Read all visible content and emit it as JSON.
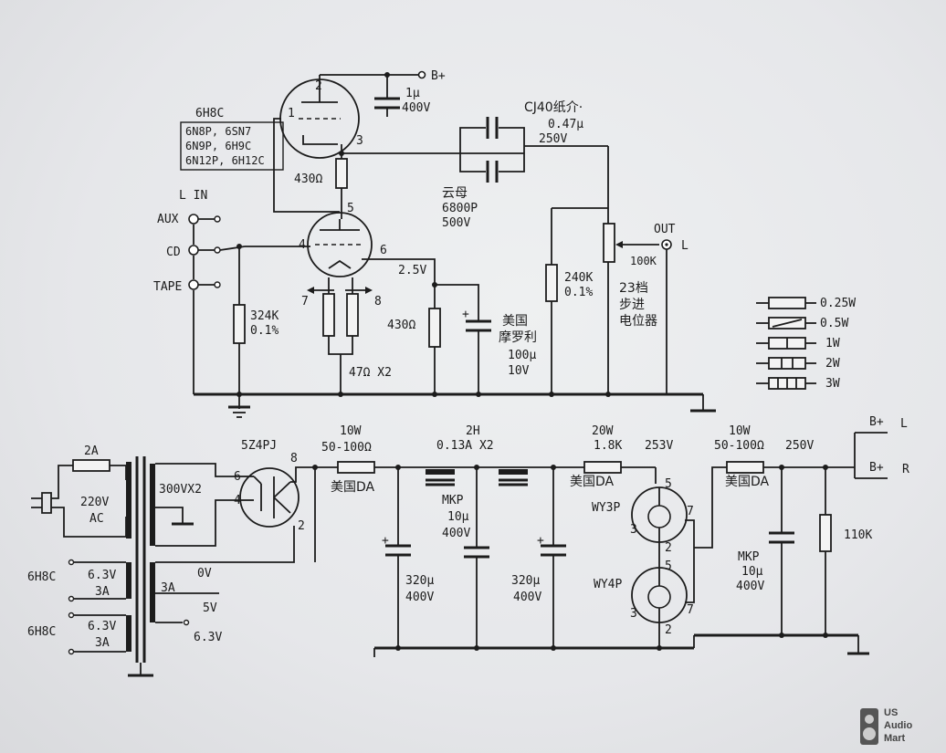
{
  "tube_box": {
    "title": "6H8C",
    "lines": [
      "6N8P, 6SN7",
      "6N9P, 6H9C",
      "6N12P, 6H12C"
    ]
  },
  "inputs": {
    "group": "L IN",
    "aux": "AUX",
    "cd": "CD",
    "tape": "TAPE"
  },
  "output": {
    "label": "OUT",
    "channel": "L",
    "pot_value": "100K"
  },
  "pins": {
    "p1": "1",
    "p2": "2",
    "p3": "3",
    "p4": "4",
    "p5": "5",
    "p6": "6",
    "p7": "7",
    "p8": "8"
  },
  "bplus_top": "B+",
  "c_bypass": {
    "value": "1μ",
    "voltage": "400V"
  },
  "cj40": {
    "name": "CJ40纸介·",
    "value": "0.47μ",
    "voltage": "250V"
  },
  "mica": {
    "name": "云母",
    "value": "6800P",
    "voltage": "500V"
  },
  "r_430_upper": "430Ω",
  "r_324k": {
    "value": "324K",
    "tol": "0.1%"
  },
  "r_240k": {
    "value": "240K",
    "tol": "0.1%"
  },
  "r_430_cathode": "430Ω",
  "cathode_voltage": "2.5V",
  "filament_r": "47Ω X2",
  "cathode_cap": {
    "brand_l1": "美国",
    "brand_l2": "摩罗利",
    "value": "100μ",
    "voltage": "10V"
  },
  "attenuator": {
    "l1": "23档",
    "l2": "步进",
    "l3": "电位器"
  },
  "legend": [
    "0.25W",
    "0.5W",
    "1W",
    "2W",
    "3W"
  ],
  "psu": {
    "fuse": "2A",
    "mains_l1": "220V",
    "mains_l2": "AC",
    "hv_winding": "300VX2",
    "fil1_tube": "6H8C",
    "fil1_v": "6.3V",
    "fil1_a": "3A",
    "fil2_tube": "6H8C",
    "fil2_v": "6.3V",
    "fil2_a": "3A",
    "rect_winding_a": "3A",
    "tap_0v": "0V",
    "tap_5v": "5V",
    "tap_63v": "6.3V",
    "rectifier": "5Z4PJ",
    "rect_pin8": "8",
    "rect_pin6": "6",
    "rect_pin4": "4",
    "rect_pin2": "2",
    "r1_power": "10W",
    "r1_value": "50-100Ω",
    "r1_brand": "美国DA",
    "choke_l": "2H",
    "choke_spec": "0.13A  X2",
    "c1": {
      "value": "320μ",
      "voltage": "400V"
    },
    "c_mkp1": {
      "type": "MKP",
      "value": "10μ",
      "voltage": "400V"
    },
    "c2": {
      "value": "320μ",
      "voltage": "400V"
    },
    "r2_power": "20W",
    "r2_value": "1.8K",
    "r2_brand": "美国DA",
    "v253": "253V",
    "reg1": "WY3P",
    "reg2": "WY4P",
    "reg_pins": {
      "a5": "5",
      "a7": "7",
      "a3": "3",
      "a2": "2",
      "b5": "5",
      "b7": "7",
      "b3": "3",
      "b2": "2"
    },
    "r3_power": "10W",
    "r3_value": "50-100Ω",
    "r3_brand": "美国DA",
    "v250": "250V",
    "c_mkp2": {
      "type": "MKP",
      "value": "10μ",
      "voltage": "400V"
    },
    "r_bleed": "110K",
    "bplus_l": "B+",
    "l": "L",
    "bplus_r": "B+",
    "r": "R"
  },
  "watermark": {
    "l1": "US",
    "l2": "Audio",
    "l3": "Mart"
  }
}
